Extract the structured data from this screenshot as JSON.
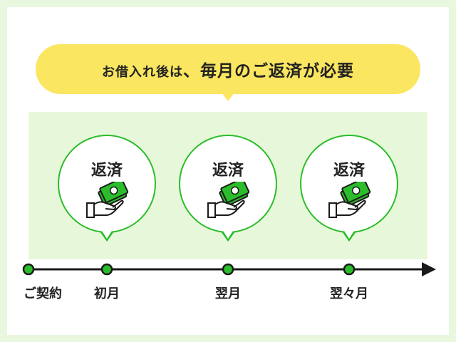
{
  "banner": {
    "text_part1": "お借入れ後は",
    "text_comma": "、",
    "text_part2": "毎月のご返済が必要"
  },
  "bubbles": [
    {
      "label": "返済",
      "icon": "hand-money-icon"
    },
    {
      "label": "返済",
      "icon": "hand-money-icon"
    },
    {
      "label": "返済",
      "icon": "hand-money-icon"
    }
  ],
  "timeline": {
    "points": [
      "ご契約",
      "初月",
      "翌月",
      "翌々月"
    ]
  },
  "colors": {
    "accent_green": "#2bbd2b",
    "light_green": "#e7f8da",
    "banner_yellow": "#fae660"
  }
}
